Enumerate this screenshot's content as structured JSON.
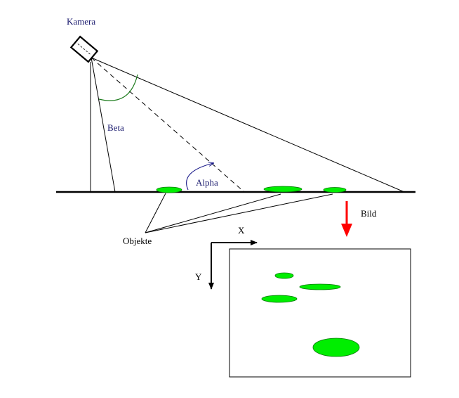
{
  "labels": {
    "camera": "Kamera",
    "beta": "Beta",
    "alpha": "Alpha",
    "objects": "Objekte",
    "image": "Bild",
    "axis_x": "X",
    "axis_y": "Y"
  },
  "colors": {
    "object_fill": "#00ee00",
    "arrow_red": "#ff0000",
    "angle_green": "#1a7a1a",
    "angle_blue": "#1a1a8a",
    "label_blue": "#1a1a6e"
  }
}
